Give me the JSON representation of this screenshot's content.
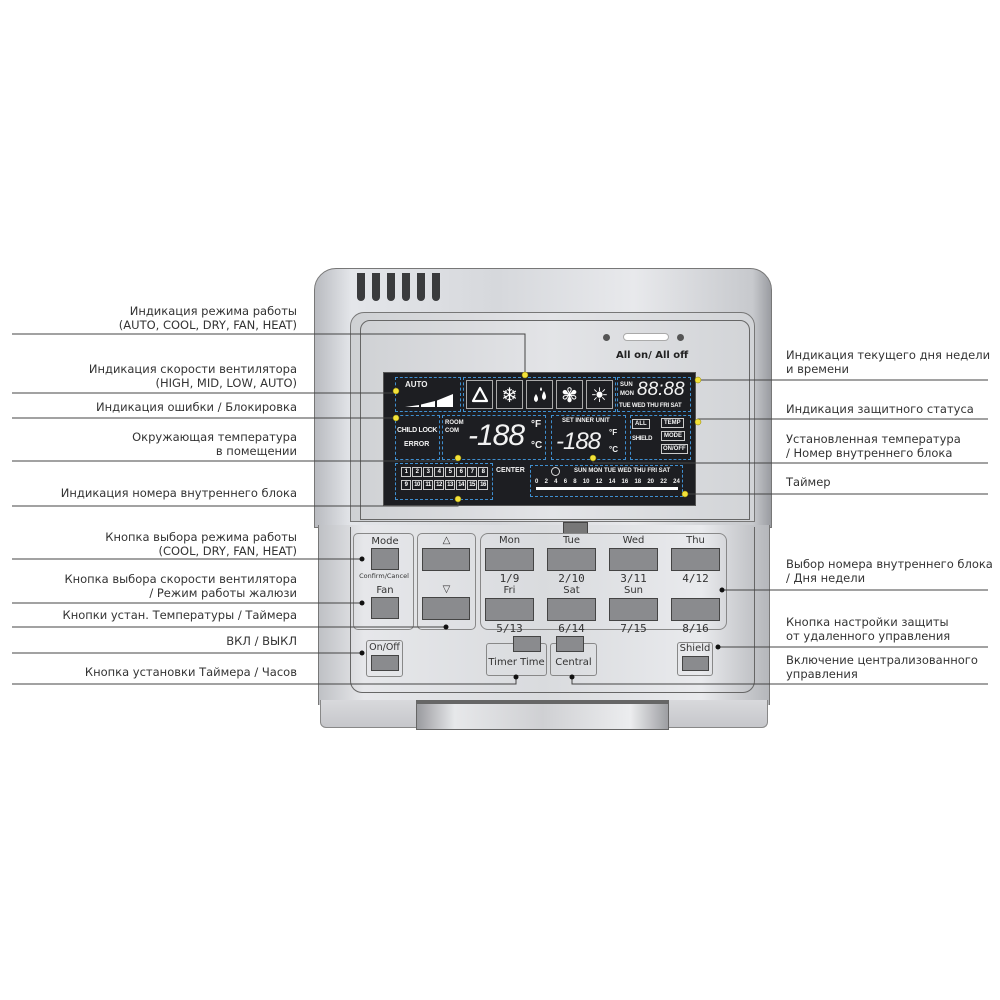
{
  "annotations_left": [
    "Индикация режима работы\n(AUTO, COOL, DRY, FAN, HEAT)",
    "Индикация скорости вентилятора\n(HIGH, MID, LOW, AUTO)",
    "Индикация ошибки / Блокировка",
    "Окружающая температура\nв помещении",
    "Индикация номера внутреннего блока",
    "Кнопка выбора режима работы\n(COOL, DRY, FAN, HEAT)",
    "Кнопка выбора скорости вентилятора\n/ Режим работы жалюзи",
    "Кнопки устан. Температуры / Таймера",
    "ВКЛ / ВЫКЛ",
    "Кнопка установки Таймера / Часов"
  ],
  "annotations_right": [
    "Индикация текущего дня недели\nи времени",
    "Индикация защитного статуса",
    "Установленная температура\n/ Номер внутреннего блока",
    "Таймер",
    "Выбор номера внутреннего блока\n/ Дня недели",
    "Кнопка настройки защиты\nот удаленного управления",
    "Включение централизованного\nуправления"
  ],
  "device": {
    "all_on_off": "All on/ All off",
    "lcd": {
      "fan_auto": "AUTO",
      "mode_icons": [
        "auto-icon",
        "snowflake-icon",
        "water-drops-icon",
        "fan-icon",
        "sun-icon"
      ],
      "clock_days_left": [
        "SUN",
        "MON"
      ],
      "clock_time": "88:88",
      "clock_days_bottom": "TUE WED THU FRI SAT",
      "child_lock": "CHILD LOCK",
      "error": "ERROR",
      "room": "ROOM",
      "com": "COM",
      "room_temp": "-188",
      "unit_f": "°F",
      "unit_c": "°C",
      "set_inner_unit": "SET INNER UNIT",
      "set_temp": "-188",
      "all": "ALL",
      "shield": "SHIELD",
      "temp": "TEMP",
      "mode": "MODE",
      "onoff": "ON/OFF",
      "unit_numbers_row1": [
        "1",
        "2",
        "3",
        "4",
        "5",
        "6",
        "7",
        "8"
      ],
      "unit_numbers_row2": [
        "9",
        "10",
        "11",
        "12",
        "13",
        "14",
        "15",
        "16"
      ],
      "center": "CENTER",
      "timer_days": "SUN MON TUE WED THU FRI SAT",
      "timer_hours": [
        "0",
        "2",
        "4",
        "6",
        "8",
        "10",
        "12",
        "14",
        "16",
        "18",
        "20",
        "22",
        "24"
      ]
    },
    "buttons": {
      "mode": "Mode",
      "confirm_cancel": "Confirm/Cancel",
      "fan": "Fan",
      "up": "△",
      "down": "▽",
      "days": [
        {
          "day": "Mon",
          "num": "1/9"
        },
        {
          "day": "Tue",
          "num": "2/10"
        },
        {
          "day": "Wed",
          "num": "3/11"
        },
        {
          "day": "Thu",
          "num": "4/12"
        },
        {
          "day": "Fri",
          "num": "5/13"
        },
        {
          "day": "Sat",
          "num": "6/14"
        },
        {
          "day": "Sun",
          "num": "7/15"
        },
        {
          "day": "",
          "num": "8/16"
        }
      ],
      "onoff": "On/Off",
      "timer_time": "Timer Time",
      "central": "Central",
      "shield": "Shield"
    }
  },
  "colors": {
    "lcd_bg": "#1d1e22",
    "lcd_border": "#3f8fd0",
    "leader_dot_lcd": "#f2e23a",
    "leader_dot_btn": "#111111"
  }
}
